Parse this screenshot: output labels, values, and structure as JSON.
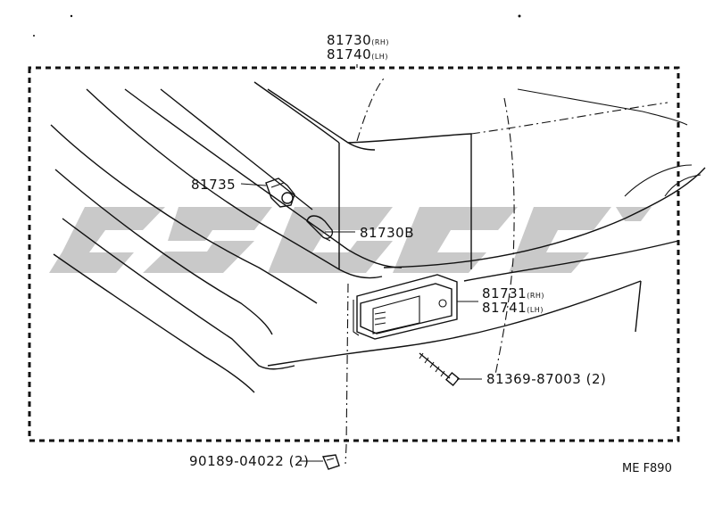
{
  "diagram": {
    "assembly_label": {
      "main": "81730",
      "suffix": "(RH)"
    },
    "assembly_label_2": {
      "main": "81740",
      "suffix": "(LH)"
    },
    "socket_label": "81735",
    "bulb_label": "81730B",
    "lens_label_rh": {
      "main": "81731",
      "suffix": "(RH)"
    },
    "lens_label_lh": {
      "main": "81741",
      "suffix": "(LH)"
    },
    "screw_label": "81369-87003 (2)",
    "nut_label": "90189-04022 (2)",
    "figure_code": "ME F890"
  },
  "colors": {
    "line": "#111111",
    "watermark": "#c9c9c9",
    "background": "#ffffff"
  }
}
